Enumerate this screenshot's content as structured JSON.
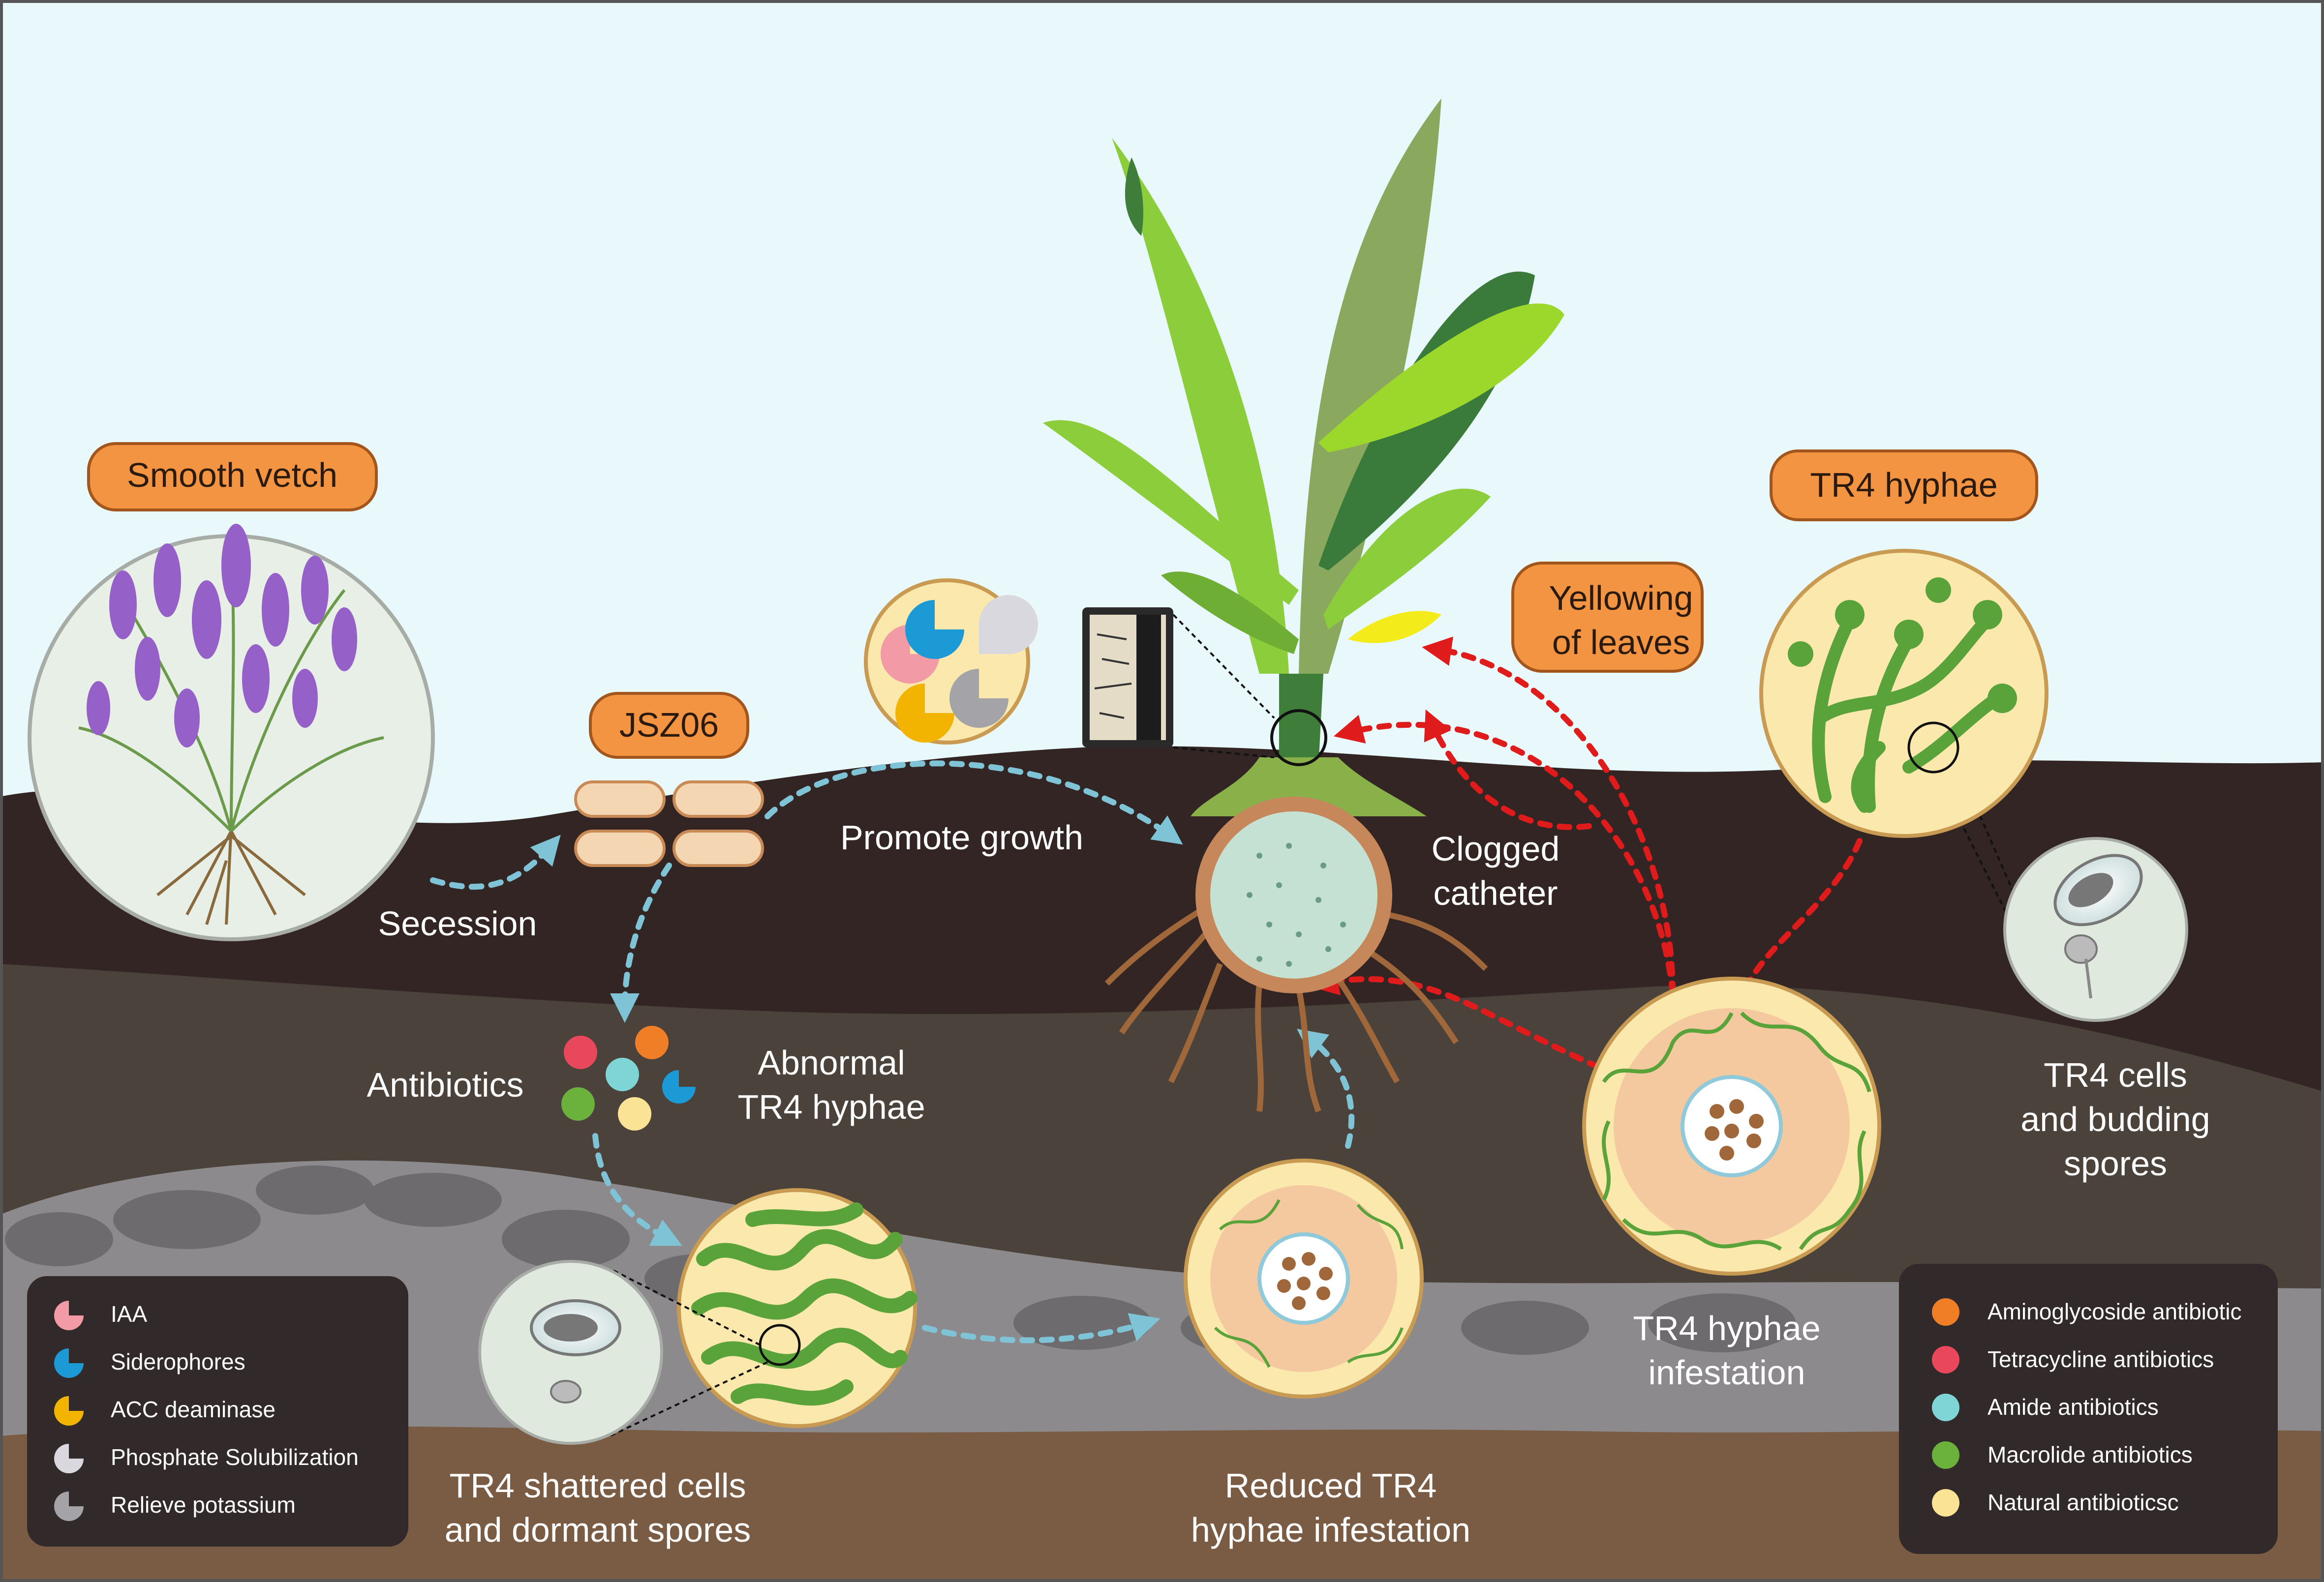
{
  "tags": {
    "smooth_vetch": "Smooth vetch",
    "jsz06": "JSZ06",
    "yellowing_line1": "Yellowing",
    "yellowing_line2": "of leaves",
    "tr4_hyphae": "TR4 hyphae"
  },
  "labels": {
    "secession": "Secession",
    "promote_growth": "Promote growth",
    "clogged_line1": "Clogged",
    "clogged_line2": "catheter",
    "antibiotics": "Antibiotics",
    "abnormal_line1": "Abnormal",
    "abnormal_line2": "TR4 hyphae",
    "tr4_cells_line1": "TR4 cells",
    "tr4_cells_line2": "and budding",
    "tr4_cells_line3": "spores",
    "infestation_line1": "TR4 hyphae",
    "infestation_line2": "infestation",
    "reduced_line1": "Reduced TR4",
    "reduced_line2": "hyphae infestation",
    "shattered_line1": "TR4 shattered cells",
    "shattered_line2": "and dormant spores"
  },
  "legend_left": [
    {
      "label": "IAA",
      "color": "#f29aa6"
    },
    {
      "label": "Siderophores",
      "color": "#1c9ad6"
    },
    {
      "label": "ACC deaminase",
      "color": "#f2b400"
    },
    {
      "label": "Phosphate Solubilization",
      "color": "#d8d8de"
    },
    {
      "label": "Relieve potassium",
      "color": "#a3a3a8"
    }
  ],
  "legend_right": [
    {
      "label": "Aminoglycoside antibiotic",
      "color": "#f07e26"
    },
    {
      "label": "Tetracycline antibiotics",
      "color": "#e8475c"
    },
    {
      "label": "Amide antibiotics",
      "color": "#7fd4d6"
    },
    {
      "label": "Macrolide antibiotics",
      "color": "#6ab23c"
    },
    {
      "label": "Natural antibioticsc",
      "color": "#fbe396"
    }
  ],
  "colors": {
    "sky": "#e8f8fb",
    "soil_top": "#322524",
    "soil_mid": "#4b423b",
    "soil_rock": "#8c8a8d",
    "soil_bottom": "#7a5c45",
    "tag_fill": "#f29442",
    "arrow_blue": "#7fc4d6",
    "arrow_red": "#e01b1b",
    "hyphae_green": "#5aa33a",
    "circle_fill": "#fbe8ad",
    "legend_bg": "#322a2a"
  }
}
